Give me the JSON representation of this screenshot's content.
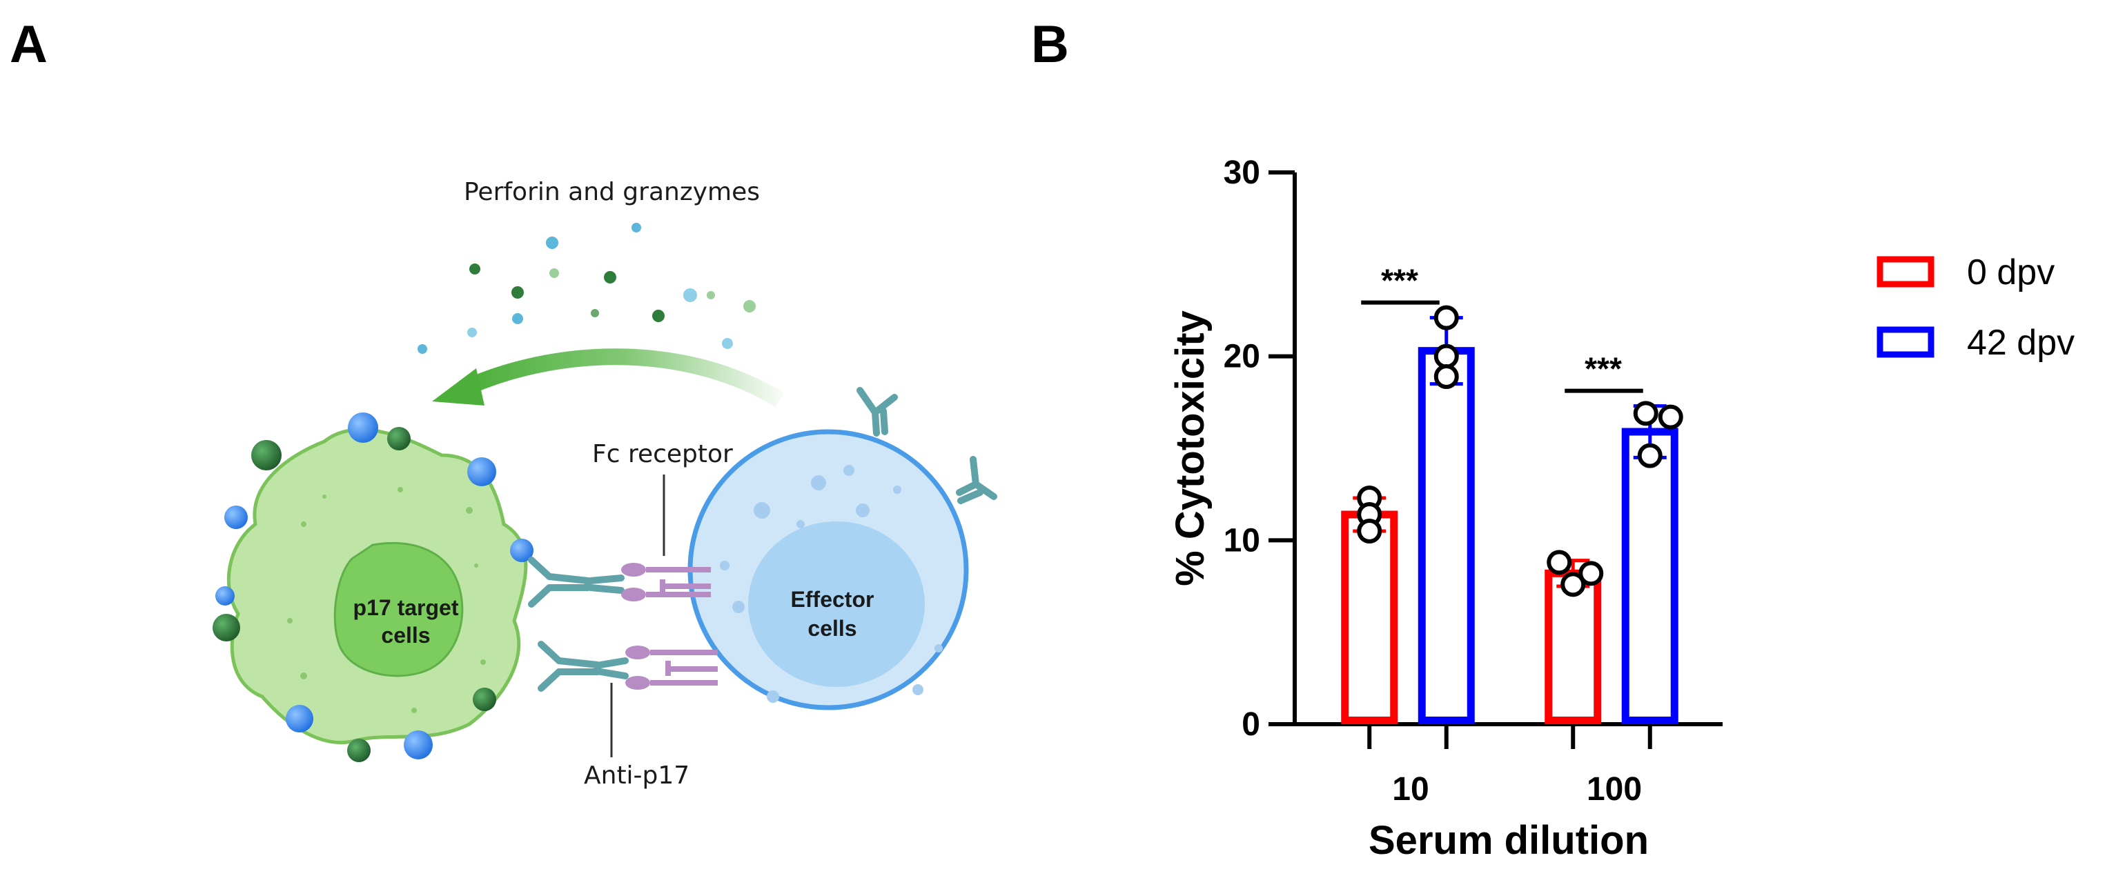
{
  "panels": {
    "a": {
      "letter": "A"
    },
    "b": {
      "letter": "B"
    }
  },
  "diagram": {
    "perforin_label": "Perforin and granzymes",
    "fc_receptor_label": "Fc receptor",
    "antibody_label": "Anti-p17",
    "target_cell_label_line1": "p17 target",
    "target_cell_label_line2": "cells",
    "effector_cell_label_line1": "Effector",
    "effector_cell_label_line2": "cells",
    "colors": {
      "target_cytoplasm": "#bfe5a6",
      "target_nucleus": "#7ccc5e",
      "effector_cytoplasm": "#cfe6f8",
      "effector_nucleus": "#a9d3f3",
      "effector_border": "#4a9ce8",
      "antibody": "#5fa3a8",
      "receptor": "#b78bc4",
      "arrow": "#4caf3a"
    }
  },
  "chart_data": {
    "type": "bar",
    "categories": [
      "10",
      "100"
    ],
    "series": [
      {
        "name": "0 dpv",
        "color": "#ff0000",
        "values": [
          11.4,
          8.2
        ],
        "error": [
          0.9,
          0.7
        ],
        "points": [
          [
            12.3,
            11.4,
            10.5
          ],
          [
            8.8,
            7.6,
            8.2
          ]
        ]
      },
      {
        "name": "42 dpv",
        "color": "#0000ff",
        "values": [
          20.3,
          15.9
        ],
        "error": [
          1.8,
          1.4
        ],
        "points": [
          [
            22.1,
            20.0,
            18.9
          ],
          [
            16.9,
            16.7,
            14.6
          ]
        ]
      }
    ],
    "significance": [
      "***",
      "***"
    ],
    "xlabel": "Serum dilution",
    "ylabel": "% Cytotoxicity",
    "ylim": [
      0,
      30
    ],
    "yticks": [
      "0",
      "10",
      "20",
      "30"
    ],
    "grid": false,
    "legend_position": "right"
  }
}
